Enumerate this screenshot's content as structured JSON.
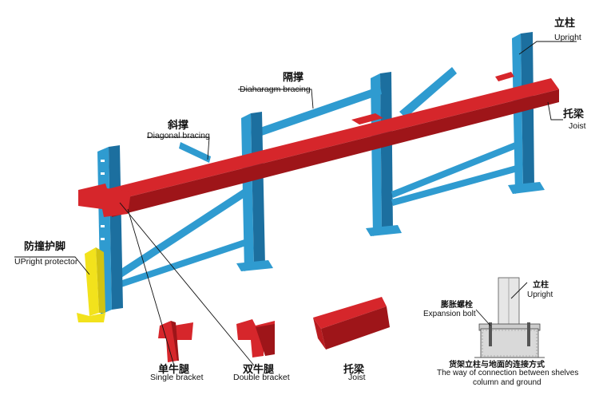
{
  "colors": {
    "upright": "#2f9bd0",
    "upright_dark": "#1c6f9f",
    "beam": "#d6262b",
    "beam_dark": "#9e1519",
    "protector": "#f2e21c",
    "line": "#111111"
  },
  "labels": {
    "upright": {
      "zh": "立柱",
      "en": "Upright"
    },
    "joist_top": {
      "zh": "托梁",
      "en": "Joist"
    },
    "diaphragm": {
      "zh": "隔撑",
      "en": "Diaharagm bracing"
    },
    "diagonal": {
      "zh": "斜撑",
      "en": "Diagonal bracing"
    },
    "protector": {
      "zh": "防撞护脚",
      "en": "UPright protector"
    },
    "single_bracket": {
      "zh": "单牛腿",
      "en": "Single bracket"
    },
    "double_bracket": {
      "zh": "双牛腿",
      "en": "Double bracket"
    },
    "joist_part": {
      "zh": "托梁",
      "en": "Joist"
    },
    "detail_upright": {
      "zh": "立柱",
      "en": "Upright"
    },
    "expansion_bolt": {
      "zh": "膨胀螺栓",
      "en": "Expansion bolt"
    },
    "connection": {
      "zh": "货架立柱与地面的连接方式",
      "en1": "The way of connection between shelves",
      "en2": "column and ground"
    }
  }
}
